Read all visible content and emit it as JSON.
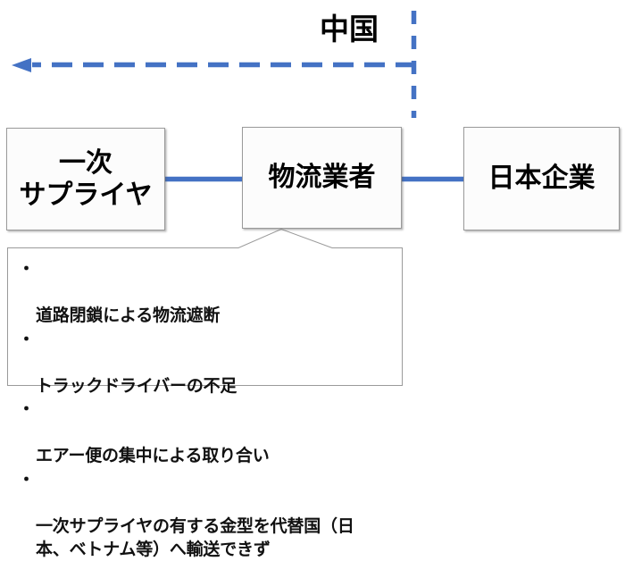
{
  "diagram": {
    "region_label": "中国",
    "boxes": [
      {
        "id": "primary-supplier",
        "label": "一次\nサプライヤ"
      },
      {
        "id": "logistics-provider",
        "label": "物流業者"
      },
      {
        "id": "japanese-company",
        "label": "日本企業"
      }
    ],
    "callout": {
      "bullet_marker": "・",
      "issues": [
        "道路閉鎖による物流遮断",
        "トラックドライバーの不足",
        "エアー便の集中による取り合い",
        "一次サプライヤの有する金型を代替国（日\n本、ベトナム等）へ輸送できず"
      ]
    },
    "connectors": {
      "supplier_to_logistics": "solid-blue-line",
      "logistics_to_company": "solid-blue-line",
      "border_dashed_vertical": "dashed-blue-line",
      "outbound_flow_arrow": "dashed-blue-arrow-left"
    },
    "colors": {
      "accent_blue": "#4472C4",
      "box_border": "#9a9a9a",
      "box_fill": "#fcfcfc",
      "text": "#000000"
    }
  }
}
